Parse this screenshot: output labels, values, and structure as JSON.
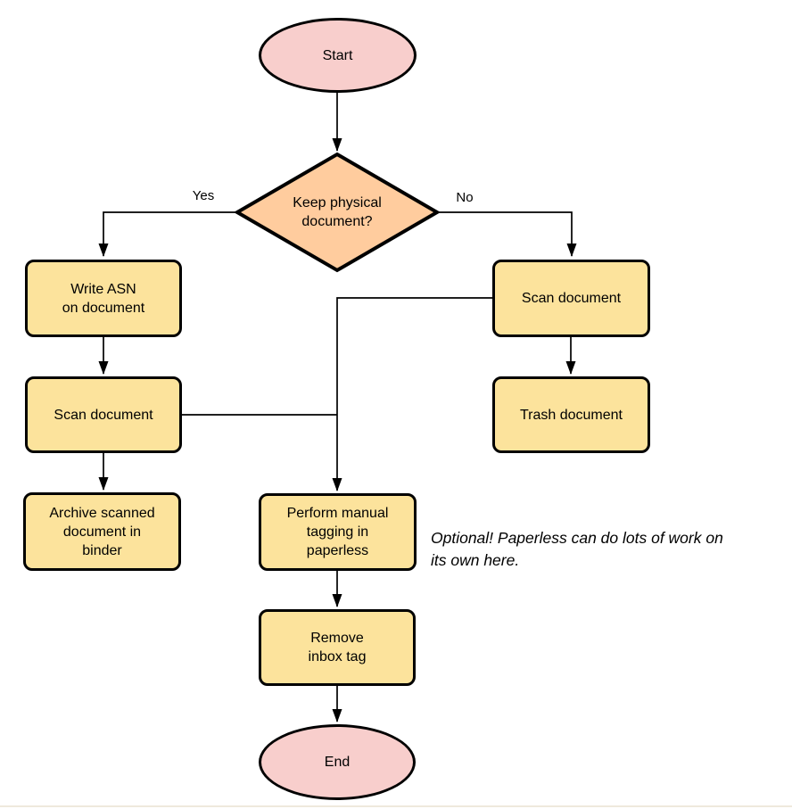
{
  "colors": {
    "terminal_fill": "#F8CECC",
    "decision_fill": "#FFCC9E",
    "process_fill": "#FCE39C",
    "stroke": "#000000",
    "page_edge": "#EFE9DD"
  },
  "nodes": {
    "start": {
      "label": "Start",
      "type": "terminal"
    },
    "decision": {
      "label": "Keep physical\ndocument?",
      "type": "decision"
    },
    "write_asn": {
      "label": "Write ASN\non document",
      "type": "process"
    },
    "scan_left": {
      "label": "Scan document",
      "type": "process"
    },
    "archive": {
      "label": "Archive scanned\ndocument in\nbinder",
      "type": "process"
    },
    "scan_right": {
      "label": "Scan document",
      "type": "process"
    },
    "trash": {
      "label": "Trash document",
      "type": "process"
    },
    "tagging": {
      "label": "Perform manual\ntagging in\npaperless",
      "type": "process"
    },
    "remove_inbox": {
      "label": "Remove\ninbox tag",
      "type": "process"
    },
    "end": {
      "label": "End",
      "type": "terminal"
    }
  },
  "edges": {
    "yes_label": "Yes",
    "no_label": "No"
  },
  "annotation": {
    "text": "Optional! Paperless can do lots of work on\nits own here."
  }
}
